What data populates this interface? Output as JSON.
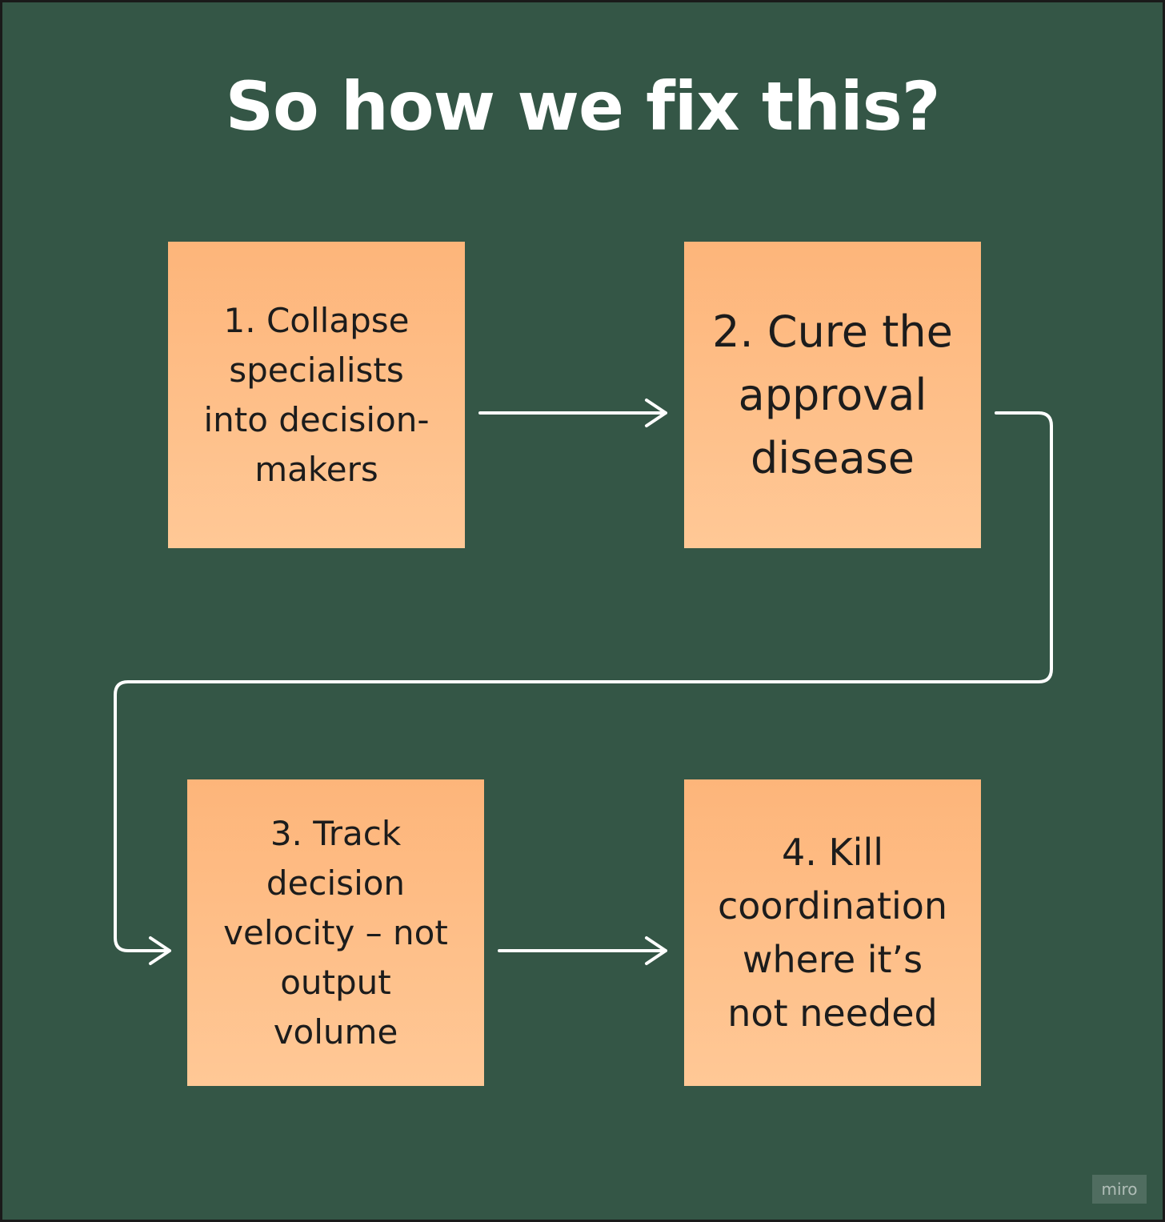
{
  "title": "So how we fix this?",
  "colors": {
    "background": "#345646",
    "note_fill": "#fdb57a",
    "note_text": "#1c1c1c",
    "title_text": "#ffffff",
    "connector": "#ffffff"
  },
  "steps": [
    {
      "text": "1. Collapse\nspecialists\ninto decision-\nmakers"
    },
    {
      "text": "2. Cure the\napproval\ndisease"
    },
    {
      "text": "3. Track\ndecision\nvelocity – not\noutput\nvolume"
    },
    {
      "text": "4. Kill\ncoordination\nwhere it’s\nnot needed"
    }
  ],
  "connectors": [
    {
      "from": "step 1",
      "to": "step 2",
      "icon": "arrow-right-icon"
    },
    {
      "from": "step 2",
      "to": "step 3",
      "icon": "arrow-right-icon"
    },
    {
      "from": "step 3",
      "to": "step 4",
      "icon": "arrow-right-icon"
    }
  ],
  "watermark": "miro"
}
